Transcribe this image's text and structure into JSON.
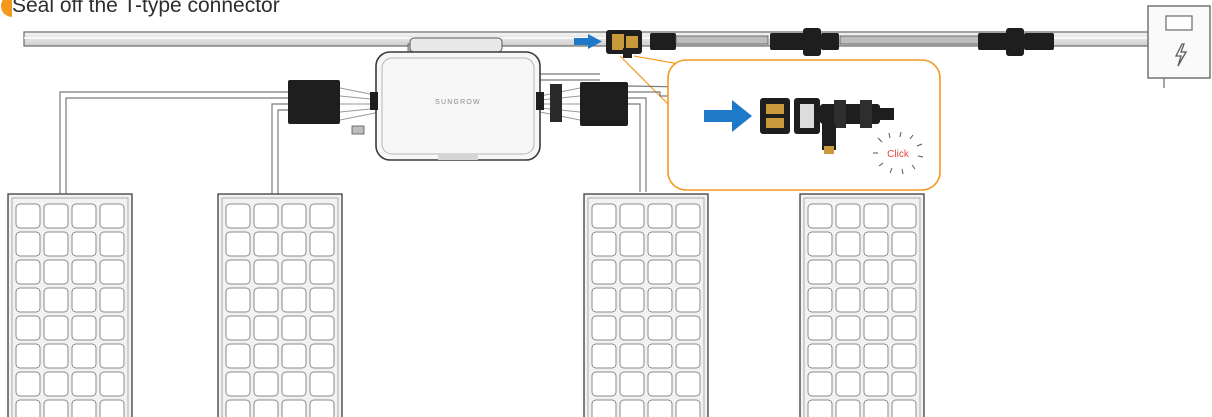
{
  "title": "Seal off the T-type connector",
  "inverter": {
    "brand": "SUNGROW"
  },
  "callout": {
    "click_label": "Click"
  },
  "panels": [
    {
      "id": "panel-1"
    },
    {
      "id": "panel-2"
    },
    {
      "id": "panel-3"
    },
    {
      "id": "panel-4"
    }
  ],
  "colors": {
    "accent_orange": "#f39a1e",
    "arrow_blue": "#1f78c8",
    "click_red": "#e8483c",
    "cable_outline": "#6a6a6a",
    "connector_dark": "#1e1e1e",
    "cap_gold": "#c99a3c"
  },
  "icons": {
    "step_marker": "orange-half-circle",
    "distribution_box": "lightning-bolt-icon"
  }
}
